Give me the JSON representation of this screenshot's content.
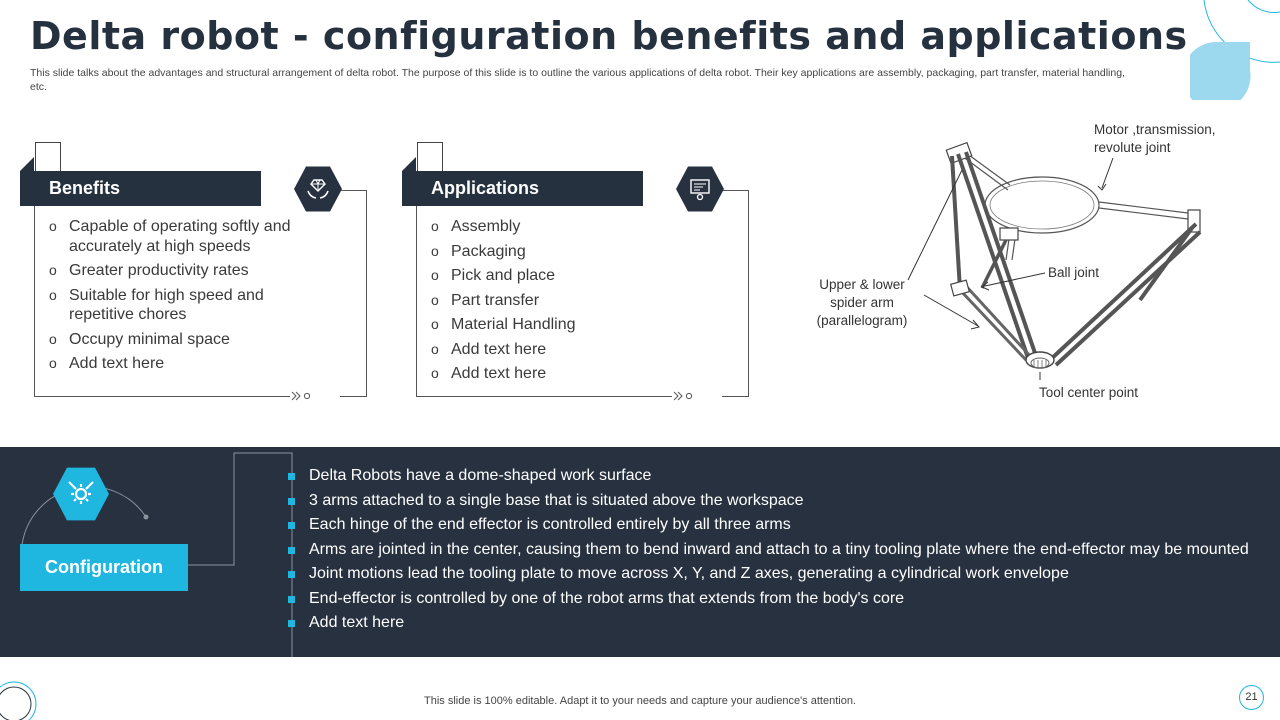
{
  "title": "Delta robot - configuration benefits and applications",
  "subtitle": "This slide talks about the advantages and structural arrangement of delta robot. The purpose of this slide is to outline the various applications of delta robot. Their key applications are assembly, packaging, part transfer, material handling, etc.",
  "benefits": {
    "heading": "Benefits",
    "items": [
      "Capable of operating softly and accurately at high speeds",
      "Greater productivity rates",
      "Suitable for high speed and repetitive chores",
      "Occupy minimal space",
      "Add text here"
    ]
  },
  "applications": {
    "heading": "Applications",
    "items": [
      "Assembly",
      "Packaging",
      "Pick and place",
      "Part transfer",
      "Material Handling",
      "Add text here",
      "Add text here"
    ]
  },
  "diagram": {
    "motor_label": "Motor ,transmission, revolute joint",
    "ball_label": "Ball joint",
    "arm_label": "Upper & lower spider arm (parallelogram)",
    "tool_label": "Tool center point"
  },
  "configuration": {
    "label": "Configuration",
    "items": [
      "Delta Robots have a dome-shaped work surface",
      "3 arms attached to a single base that is situated above the workspace",
      "Each hinge of the end effector is controlled entirely by all three arms",
      "Arms are jointed in the center, causing them to bend inward and attach to a tiny tooling plate where the end-effector may be mounted",
      "Joint motions lead the tooling plate to move across X, Y, and Z axes, generating a cylindrical work envelope",
      "End-effector is controlled by one of the robot arms that extends from the body's core",
      "Add text here"
    ]
  },
  "footer": "This slide is 100% editable. Adapt it to your needs and capture your audience's attention.",
  "page_number": "21",
  "colors": {
    "dark": "#27313f",
    "accent": "#1fb6e0"
  },
  "icons": [
    "diamond-hands-icon",
    "presentation-gear-icon",
    "gear-tools-icon",
    "bullet-circle-icon",
    "double-chevron-icon"
  ]
}
